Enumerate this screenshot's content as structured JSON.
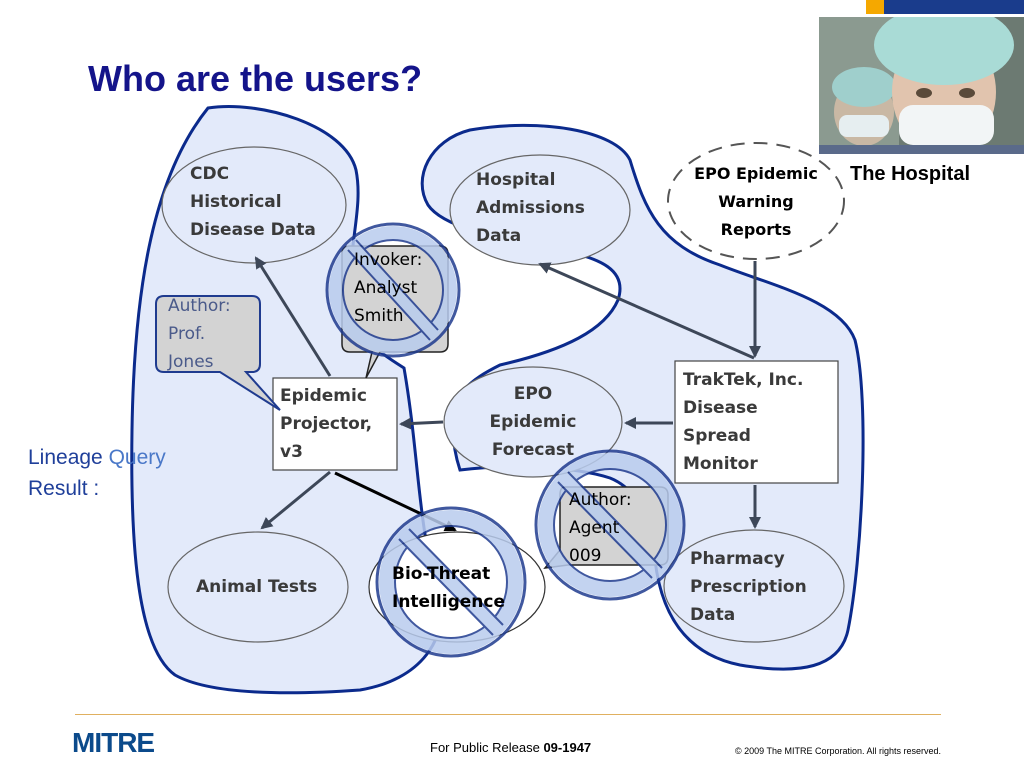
{
  "slide": {
    "title": "Who are the users?",
    "lineage_label_1": "Lineage ",
    "lineage_label_highlight": "Query",
    "lineage_label_2": "Result :",
    "photo_caption": "The Hospital",
    "photo_icon": "hospital-staff-photo"
  },
  "nodes": {
    "cdc": "CDC\nHistorical\nDisease Data",
    "hospital": "Hospital\nAdmissions\nData",
    "epo_warning": "EPO Epidemic\nWarning\nReports",
    "traktek": "TrakTek, Inc.\nDisease\nSpread\nMonitor",
    "epo_forecast": "EPO\nEpidemic\nForecast",
    "projector": "Epidemic\nProjector,\nv3",
    "animal": "Animal Tests",
    "biothreat": "Bio-Threat\nIntelligence",
    "pharmacy": "Pharmacy\nPrescription\nData"
  },
  "callouts": {
    "author_jones": "Author:\nProf.\nJones",
    "invoker_smith": "Invoker:\nAnalyst\nSmith",
    "author_agent": "Author:\nAgent\n009"
  },
  "footer": {
    "logo": "MITRE",
    "release_prefix": "For Public Release ",
    "release_number": "09-1947",
    "copyright": "© 2009 The MITRE Corporation. All rights reserved."
  },
  "colors": {
    "title": "#14148a",
    "region_fill": "#e3eafa",
    "region_stroke": "#0b2a8c",
    "prohibit_fill": "#b9ccee",
    "prohibit_stroke": "#1f3b8f",
    "callout_fill": "#d3d3d3",
    "arrow": "#3d4758"
  }
}
